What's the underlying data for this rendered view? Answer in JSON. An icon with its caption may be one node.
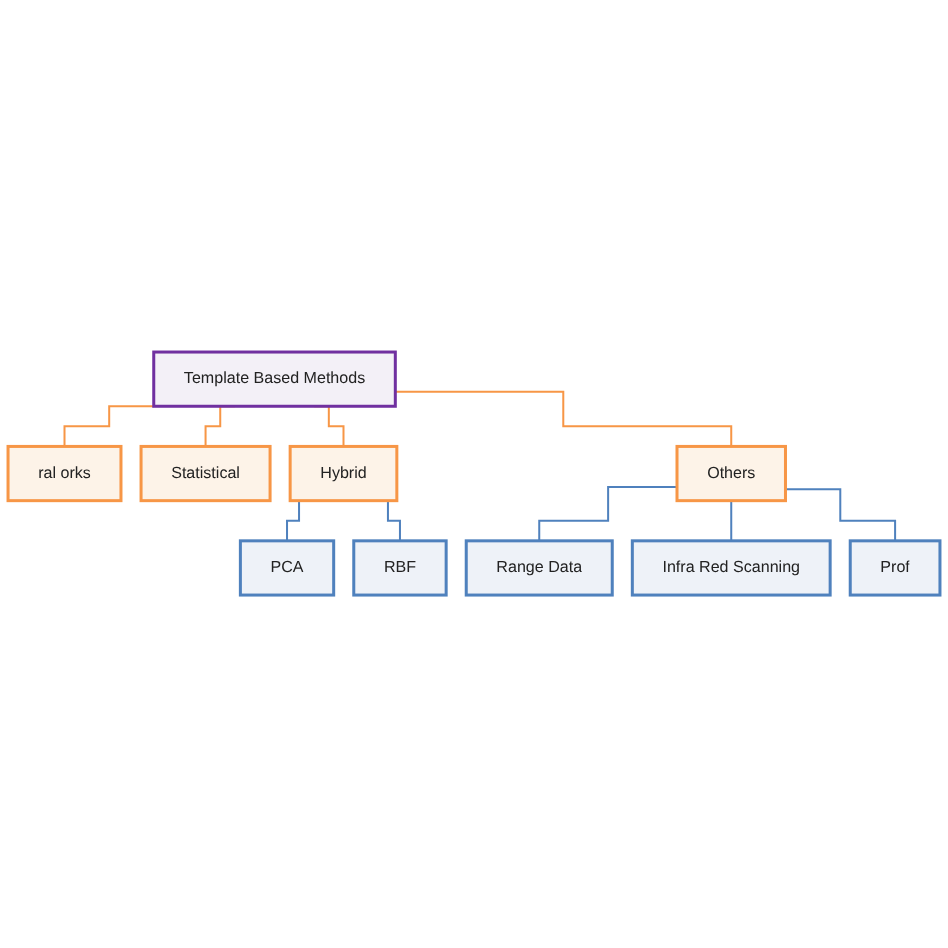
{
  "diagram": {
    "nodes": [
      {
        "text": [
          "Template Based Methods"
        ]
      },
      {
        "text": [
          "ral orks"
        ]
      },
      {
        "text": [
          "Statistical"
        ]
      },
      {
        "text": [
          "Hybrid"
        ]
      },
      {
        "text": [
          "Others"
        ]
      },
      {
        "text": [
          "PCA"
        ]
      },
      {
        "text": [
          "RBF"
        ]
      },
      {
        "text": [
          "Range Data"
        ]
      },
      {
        "text": [
          "Infra Red Scanning"
        ]
      },
      {
        "text": [
          "Prof"
        ]
      }
    ],
    "edges": [
      {
        "from": 0,
        "to": 1,
        "arrow": "none",
        "color": "#f79646"
      },
      {
        "from": 0,
        "to": 2,
        "arrow": "none",
        "color": "#f79646"
      },
      {
        "from": 0,
        "to": 3,
        "arrow": "none",
        "color": "#f79646"
      },
      {
        "from": 0,
        "to": 4,
        "arrow": "none",
        "color": "#f79646"
      },
      {
        "from": 3,
        "to": 5,
        "arrow": "none",
        "color": "#4f81bd"
      },
      {
        "from": 3,
        "to": 6,
        "arrow": "none",
        "color": "#4f81bd"
      },
      {
        "from": 4,
        "to": 7,
        "arrow": "none",
        "color": "#4f81bd"
      },
      {
        "from": 4,
        "to": 8,
        "arrow": "none",
        "color": "#4f81bd"
      },
      {
        "from": 4,
        "to": 9,
        "arrow": "none",
        "color": "#4f81bd"
      }
    ]
  }
}
